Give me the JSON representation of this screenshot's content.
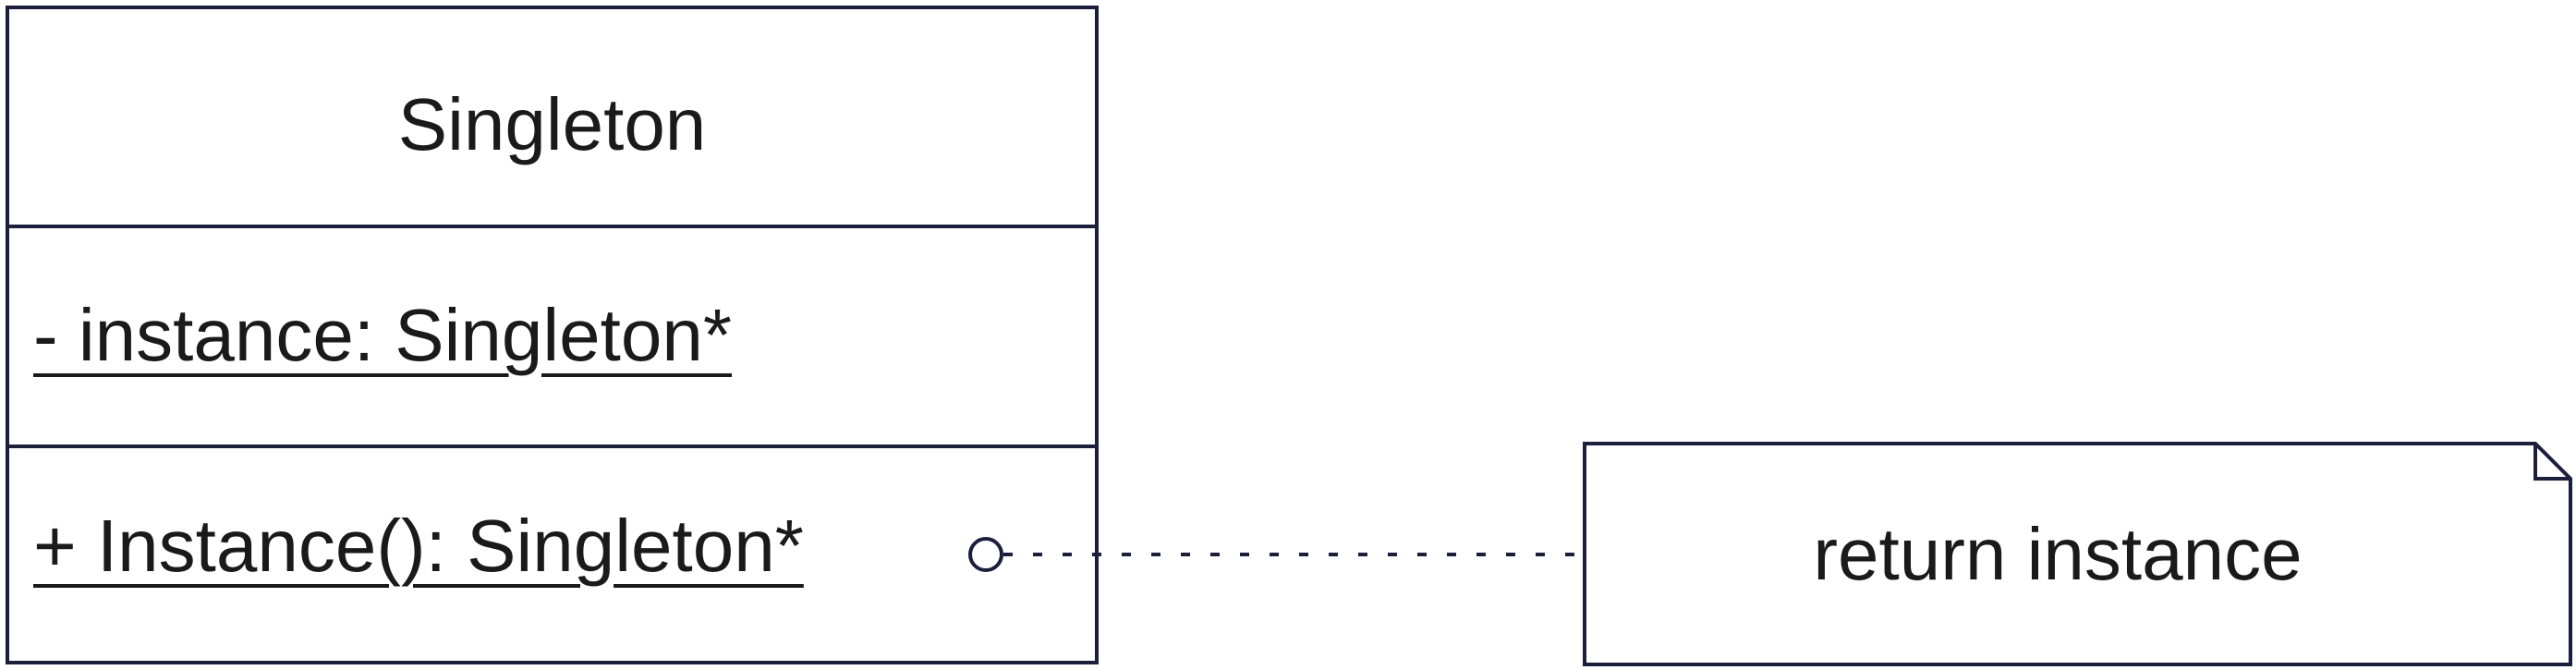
{
  "class": {
    "name": "Singleton",
    "attributes": [
      "- instance: Singleton*"
    ],
    "operations": [
      "+ Instance(): Singleton*"
    ]
  },
  "note": {
    "text": "return instance"
  },
  "colors": {
    "line": "#1b1f3b",
    "text": "#1a1a1a",
    "background": "#ffffff"
  }
}
